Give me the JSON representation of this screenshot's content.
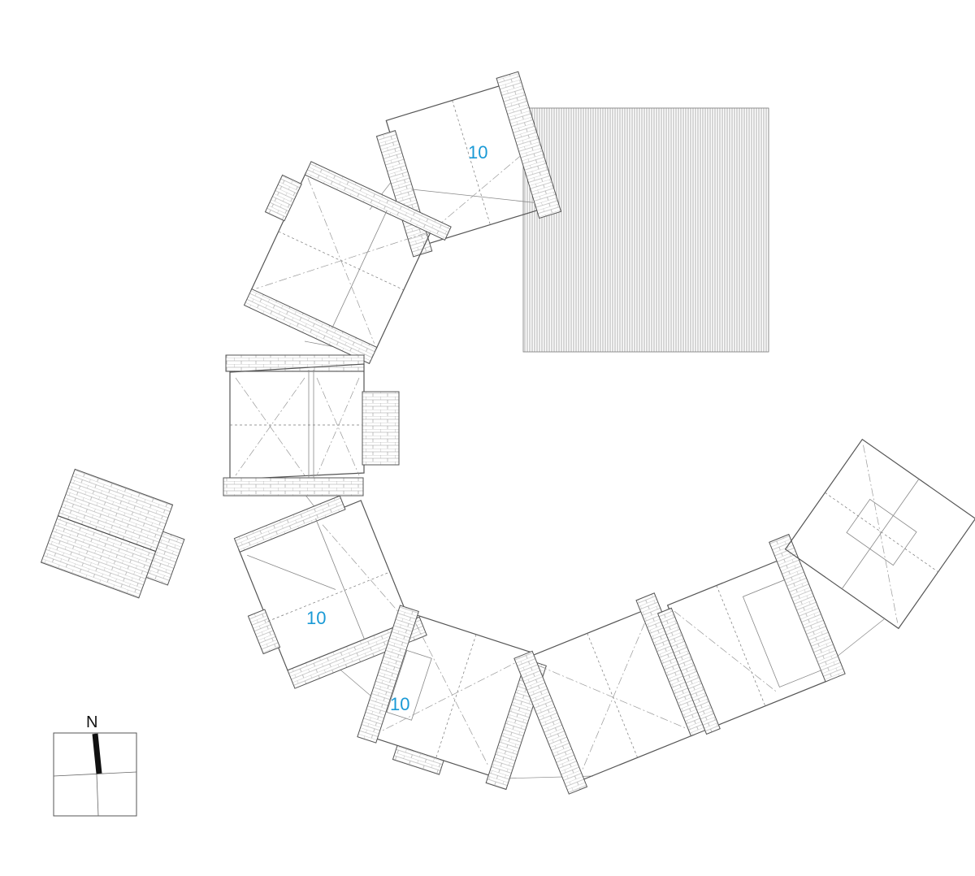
{
  "rooms": [
    {
      "label": "10"
    },
    {
      "label": "10"
    },
    {
      "label": "10"
    }
  ],
  "north_arrow": {
    "label": "N"
  },
  "colors": {
    "room_label": "#1a9ad6",
    "line": "#555555",
    "brick": "#999999"
  },
  "icons": {
    "north": "north-arrow-icon"
  }
}
